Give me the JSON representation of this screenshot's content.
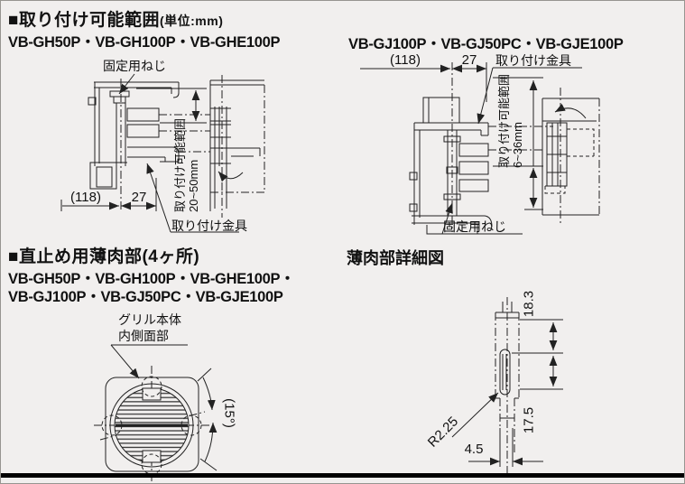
{
  "colors": {
    "background": "#f1efee",
    "line": "#222222",
    "text": "#111111",
    "bottom_rule": "#000000"
  },
  "section_mount_range": {
    "title": "■取り付け可能範囲",
    "unit_note": "(単位:mm)",
    "gh": {
      "models": "VB-GH50P・VB-GH100P・VB-GHE100P",
      "screw_label": "固定用ねじ",
      "dim_depth": "(118)",
      "dim_offset": "27",
      "range_label": "取り付け可能範囲",
      "range_value": "20~50mm",
      "bracket_label": "取り付け金具"
    },
    "gj": {
      "models": "VB-GJ100P・VB-GJ50PC・VB-GJE100P",
      "dim_depth": "(118)",
      "dim_offset": "27",
      "bracket_label": "取り付け金具",
      "range_label": "取り付け可能範囲",
      "range_value": "6~36mm",
      "screw_label": "固定用ねじ"
    }
  },
  "section_thin_wall": {
    "title": "■直止め用薄肉部(4ヶ所)",
    "models_line1": "VB-GH50P・VB-GH100P・VB-GHE100P・",
    "models_line2": "VB-GJ100P・VB-GJ50PC・VB-GJE100P",
    "grille_label_line1": "グリル本体",
    "grille_label_line2": "内側面部",
    "angle": "(15°)"
  },
  "section_detail": {
    "title": "薄肉部詳細図",
    "dim_upper": "18.3",
    "dim_lower": "17.5",
    "radius": "R2.25",
    "dim_width": "4.5"
  }
}
